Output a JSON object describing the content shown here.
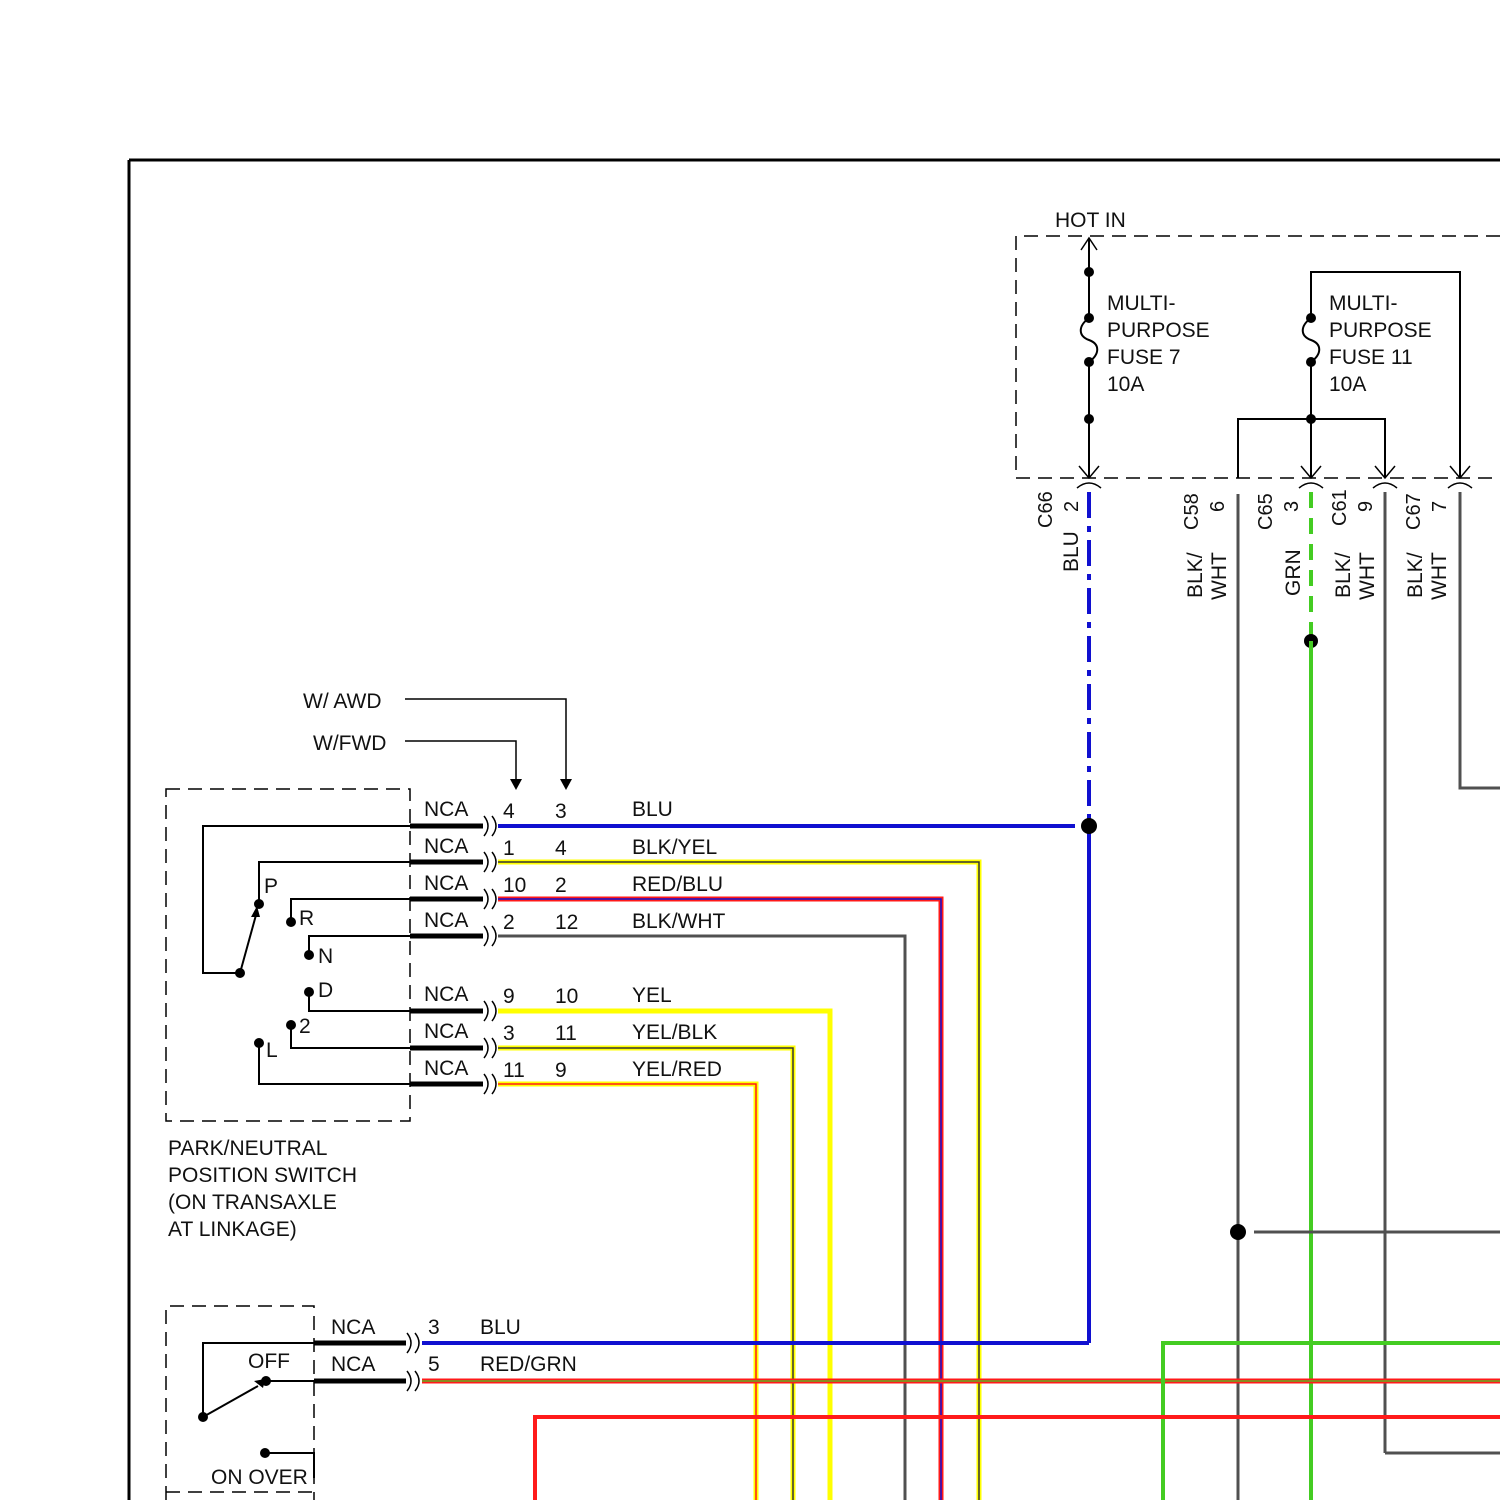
{
  "fuse_box": {
    "hot_in": "HOT IN",
    "fuse7": [
      "MULTI-",
      "PURPOSE",
      "FUSE 7",
      "10A"
    ],
    "fuse11": [
      "MULTI-",
      "PURPOSE",
      "FUSE 11",
      "10A"
    ]
  },
  "connectors_top": [
    {
      "id": "C66",
      "pin": "2",
      "color_label": "BLU"
    },
    {
      "id": "C58",
      "pin": "6",
      "color_label": [
        "BLK/",
        "WHT"
      ]
    },
    {
      "id": "C65",
      "pin": "3",
      "color_label": "GRN"
    },
    {
      "id": "C61",
      "pin": "9",
      "color_label": [
        "BLK/",
        "WHT"
      ]
    },
    {
      "id": "C67",
      "pin": "7",
      "color_label": [
        "BLK/",
        "WHT"
      ]
    }
  ],
  "variants": {
    "awd": "W/ AWD",
    "fwd": "W/FWD"
  },
  "switch_positions": [
    "P",
    "R",
    "N",
    "D",
    "2",
    "L"
  ],
  "pn_rows": [
    {
      "nca": "NCA",
      "fwd_pin": "4",
      "awd_pin": "3",
      "wire": "BLU"
    },
    {
      "nca": "NCA",
      "fwd_pin": "1",
      "awd_pin": "4",
      "wire": "BLK/YEL"
    },
    {
      "nca": "NCA",
      "fwd_pin": "10",
      "awd_pin": "2",
      "wire": "RED/BLU"
    },
    {
      "nca": "NCA",
      "fwd_pin": "2",
      "awd_pin": "12",
      "wire": "BLK/WHT"
    },
    {
      "nca": "NCA",
      "fwd_pin": "9",
      "awd_pin": "10",
      "wire": "YEL"
    },
    {
      "nca": "NCA",
      "fwd_pin": "3",
      "awd_pin": "11",
      "wire": "YEL/BLK"
    },
    {
      "nca": "NCA",
      "fwd_pin": "11",
      "awd_pin": "9",
      "wire": "YEL/RED"
    }
  ],
  "pn_switch_caption": [
    "PARK/NEUTRAL",
    "POSITION SWITCH",
    "(ON TRANSAXLE",
    "AT LINKAGE)"
  ],
  "od_switch": {
    "off": "OFF",
    "on_over": "ON OVER",
    "rows": [
      {
        "nca": "NCA",
        "pin": "3",
        "wire": "BLU"
      },
      {
        "nca": "NCA",
        "pin": "5",
        "wire": "RED/GRN"
      }
    ]
  },
  "colors": {
    "blue": "#1010d0",
    "green": "#44cc22",
    "yellow": "#ffff00",
    "red": "#ff1a1a",
    "gray": "#505050",
    "black": "#000000"
  }
}
